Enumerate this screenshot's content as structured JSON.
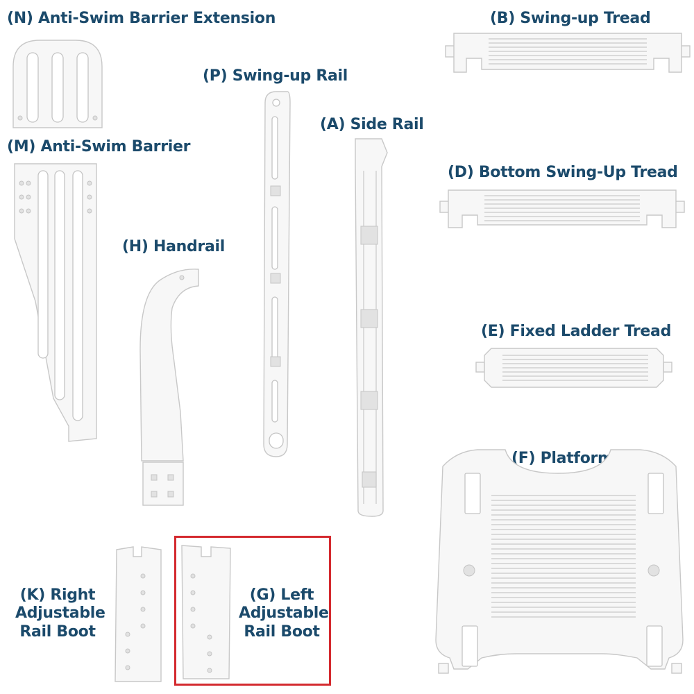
{
  "parts": {
    "n": {
      "label": "(N) Anti-Swim Barrier Extension",
      "icon": "anti-swim-barrier-extension-icon"
    },
    "b": {
      "label": "(B) Swing-up Tread",
      "icon": "swing-up-tread-icon"
    },
    "p": {
      "label": "(P) Swing-up Rail",
      "icon": "swing-up-rail-icon"
    },
    "a": {
      "label": "(A) Side Rail",
      "icon": "side-rail-icon"
    },
    "m": {
      "label": "(M) Anti-Swim Barrier",
      "icon": "anti-swim-barrier-icon"
    },
    "d": {
      "label": "(D) Bottom Swing-Up Tread",
      "icon": "bottom-swing-up-tread-icon"
    },
    "h": {
      "label": "(H) Handrail",
      "icon": "handrail-icon"
    },
    "e": {
      "label": "(E) Fixed Ladder Tread",
      "icon": "fixed-ladder-tread-icon"
    },
    "f": {
      "label": "(F) Platform",
      "icon": "platform-icon"
    },
    "k": {
      "label_lines": [
        "(K) Right",
        "Adjustable",
        "Rail Boot"
      ],
      "icon": "right-rail-boot-icon"
    },
    "g": {
      "label_lines": [
        "(G) Left",
        "Adjustable",
        "Rail Boot"
      ],
      "icon": "left-rail-boot-icon"
    }
  },
  "colors": {
    "label_text": "#1b4a6b",
    "highlight_border": "#d42a2f",
    "part_fill": "#f7f7f7",
    "part_edge": "#c8c8c8"
  }
}
